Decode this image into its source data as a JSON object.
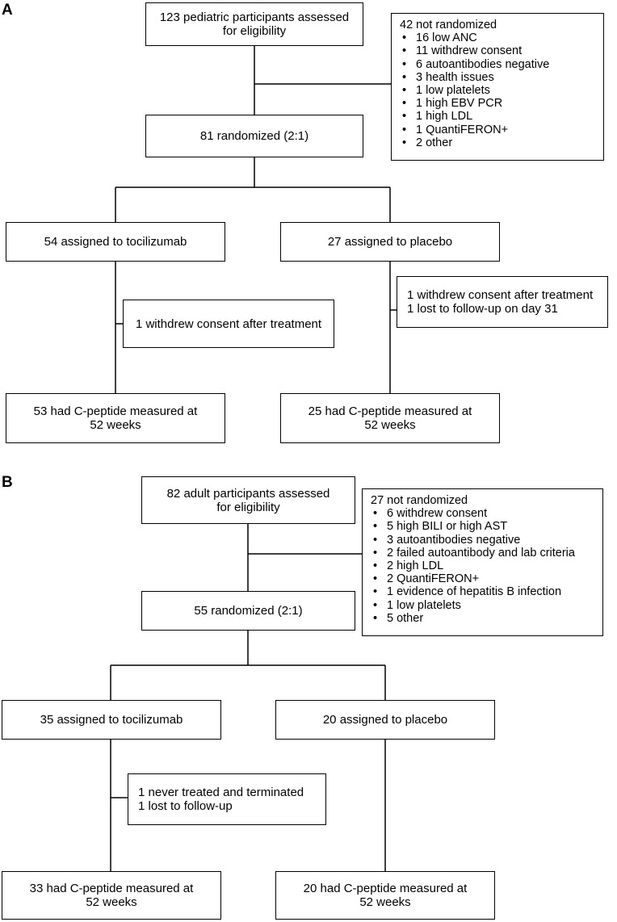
{
  "panel_a": {
    "label": "A",
    "assessed": [
      "123 pediatric participants assessed",
      "for eligibility"
    ],
    "excluded": {
      "heading": "42 not randomized",
      "items": [
        "16 low ANC",
        "11 withdrew consent",
        "6 autoantibodies negative",
        "3 health issues",
        "1 low platelets",
        "1 high EBV PCR",
        "1 high LDL",
        "1 QuantiFERON+",
        "2 other"
      ]
    },
    "randomized": "81 randomized (2:1)",
    "arm_treatment": "54 assigned to tocilizumab",
    "arm_placebo": "27 assigned to placebo",
    "loss_treatment": [
      "1 withdrew consent after treatment"
    ],
    "loss_placebo": [
      "1 withdrew consent after treatment",
      "1 lost to follow-up on day 31"
    ],
    "outcome_treatment": [
      "53 had C-peptide measured at",
      "52 weeks"
    ],
    "outcome_placebo": [
      "25 had C-peptide measured at",
      "52 weeks"
    ]
  },
  "panel_b": {
    "label": "B",
    "assessed": [
      "82 adult participants assessed",
      "for eligibility"
    ],
    "excluded": {
      "heading": "27 not randomized",
      "items": [
        "6 withdrew consent",
        "5 high BILI or high AST",
        "3 autoantibodies negative",
        "2 failed autoantibody and lab criteria",
        "2 high LDL",
        "2 QuantiFERON+",
        "1 evidence of hepatitis B infection",
        "1 low platelets",
        "5 other"
      ]
    },
    "randomized": "55 randomized (2:1)",
    "arm_treatment": "35 assigned to tocilizumab",
    "arm_placebo": "20 assigned to placebo",
    "loss_treatment": [
      "1 never treated and terminated",
      "1 lost to follow-up"
    ],
    "outcome_treatment": [
      "33 had C-peptide measured at",
      "52 weeks"
    ],
    "outcome_placebo": [
      "20 had C-peptide measured at",
      "52 weeks"
    ]
  }
}
